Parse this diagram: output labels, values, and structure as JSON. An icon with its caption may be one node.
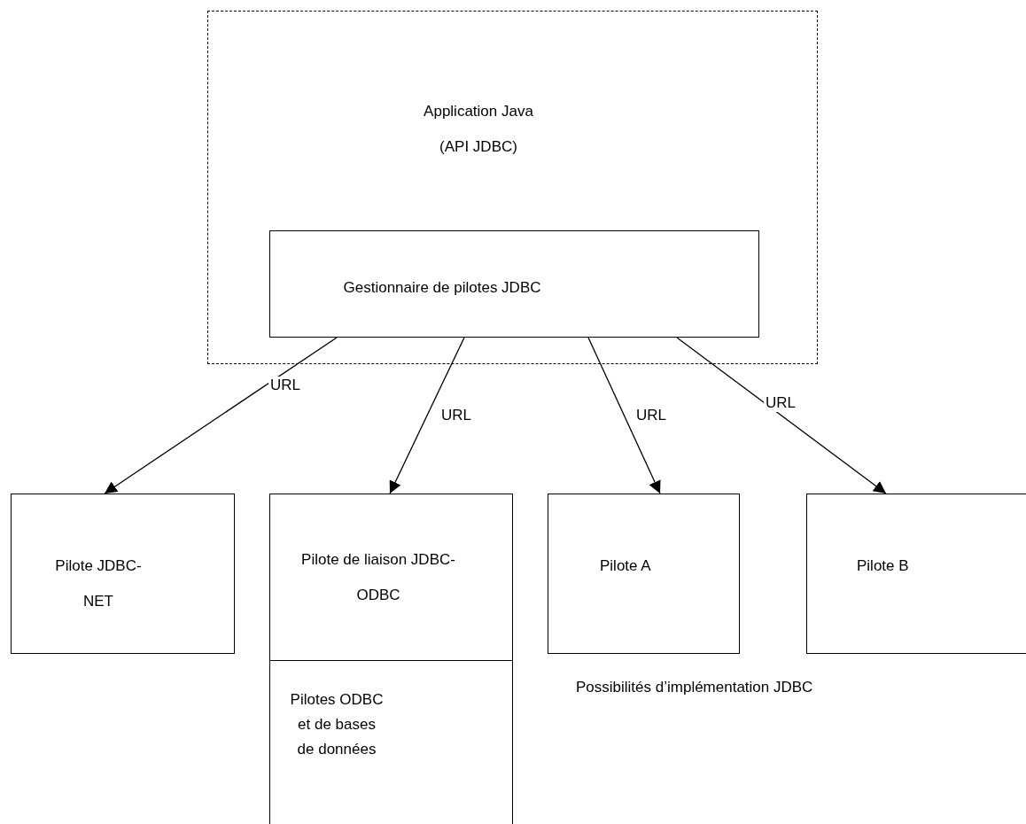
{
  "diagram": {
    "nodes": [
      {
        "text": [
          "Application Java (API JDBC)"
        ]
      },
      {
        "text": [
          "Gestionnaire de pilotes JDBC"
        ],
        "in": 0
      },
      {
        "text": [
          "Pilote JDBC-NET"
        ]
      },
      {
        "text": [
          "Pilote de liaison JDBC-ODBC"
        ]
      },
      {
        "text": [
          "Pilotes ODBC et de bases de données"
        ]
      },
      {
        "text": [
          "Pilote A"
        ]
      },
      {
        "text": [
          "Pilote B"
        ]
      }
    ],
    "edges": [
      {
        "from": 1,
        "to": 2,
        "arrow": "to",
        "label": "URL"
      },
      {
        "from": 1,
        "to": 3,
        "arrow": "to",
        "label": "URL"
      },
      {
        "from": 1,
        "to": 5,
        "arrow": "to",
        "label": "URL"
      },
      {
        "from": 1,
        "to": 6,
        "arrow": "to",
        "label": "URL"
      }
    ],
    "labels": [
      "Possibilités d’implémentation JDBC"
    ]
  }
}
